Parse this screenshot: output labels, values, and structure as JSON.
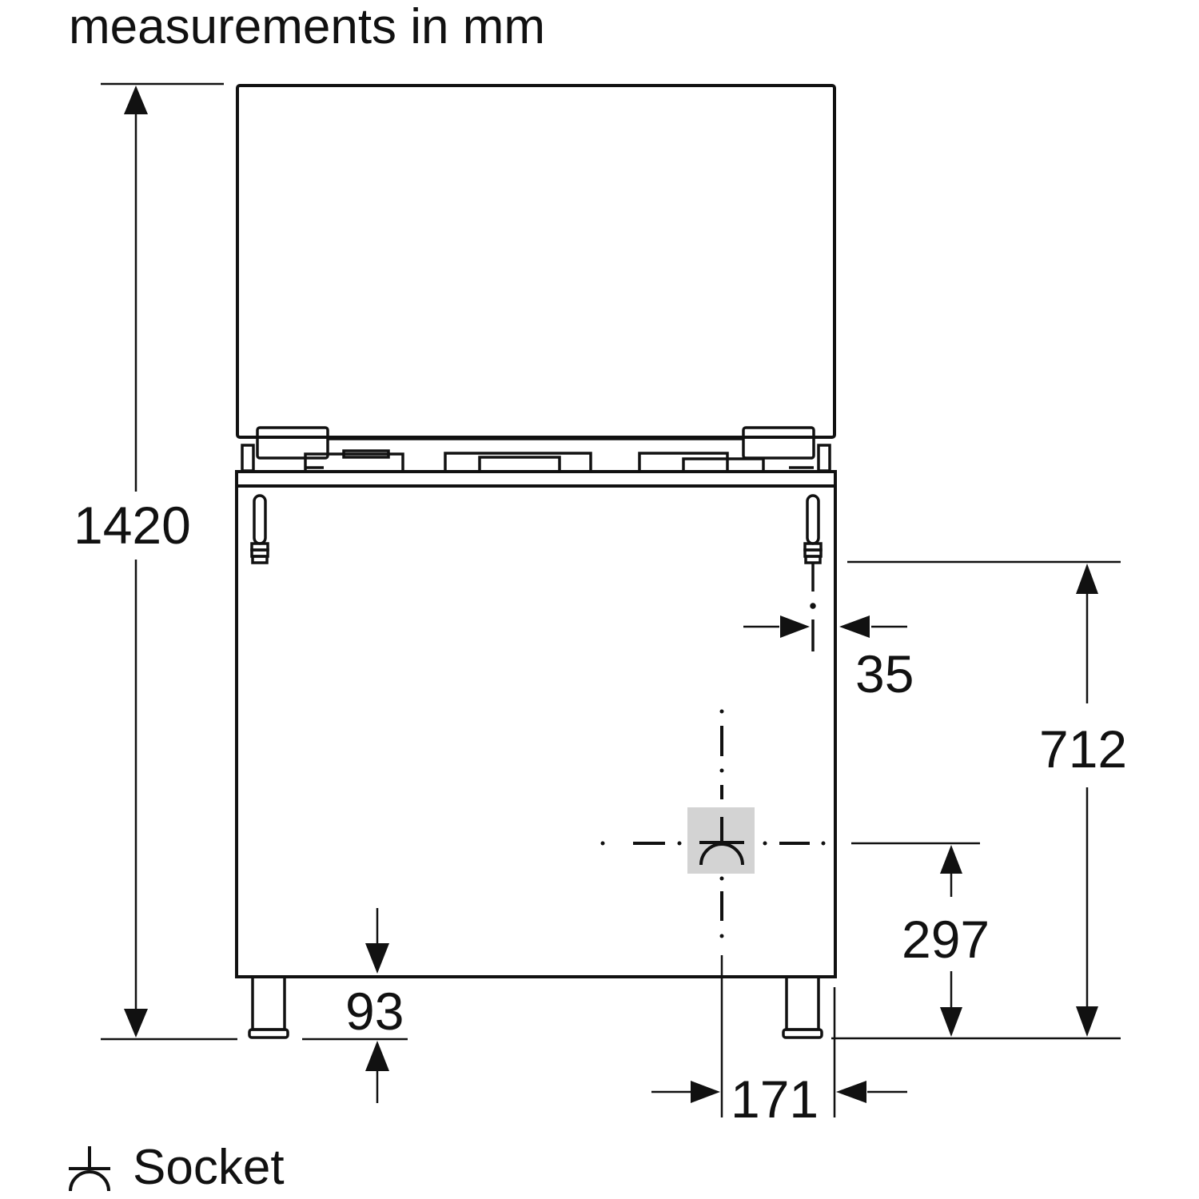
{
  "title": "measurements in mm",
  "dimensions": {
    "total_height": "1420",
    "socket_side_offset": "35",
    "connection_height": "712",
    "socket_height": "297",
    "plinth_height": "93",
    "socket_horizontal_offset": "171"
  },
  "legend": {
    "symbol": "socket-symbol",
    "label": "Socket"
  },
  "colors": {
    "line": "#111111",
    "socket_highlight": "#d3d3d3",
    "background": "#ffffff"
  }
}
